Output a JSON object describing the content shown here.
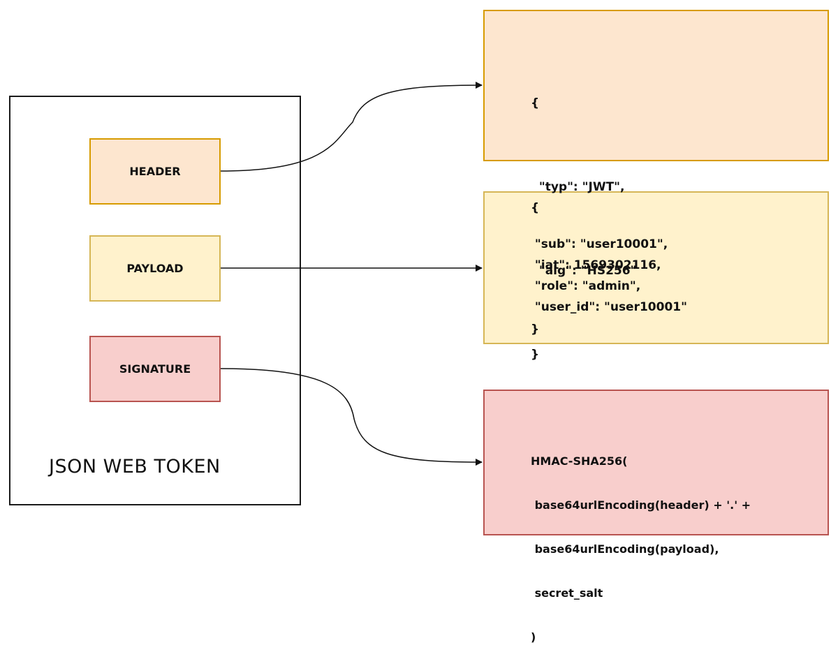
{
  "token": {
    "label": "JSON WEB TOKEN"
  },
  "parts": {
    "header": "HEADER",
    "payload": "PAYLOAD",
    "signature": "SIGNATURE"
  },
  "colors": {
    "header_fill": "#fde6cf",
    "header_stroke": "#d79b00",
    "payload_fill": "#fff2cc",
    "payload_stroke": "#d6b656",
    "signature_fill": "#f8cecc",
    "signature_stroke": "#b85450",
    "line": "#111111"
  },
  "header_json": {
    "lines": [
      "{",
      "  \"typ\": \"JWT\",",
      "  \"alg\": \"HS256\"",
      "}"
    ]
  },
  "payload_json": {
    "lines": [
      "{",
      " \"sub\": \"user10001\",",
      " \"iat\": 1569302116,",
      " \"role\": \"admin\",",
      " \"user_id\": \"user10001\"",
      "}"
    ]
  },
  "signature_formula": {
    "lines": [
      "HMAC-SHA256(",
      " base64urlEncoding(header) + '.' +",
      " base64urlEncoding(payload),",
      " secret_salt",
      ")"
    ]
  }
}
